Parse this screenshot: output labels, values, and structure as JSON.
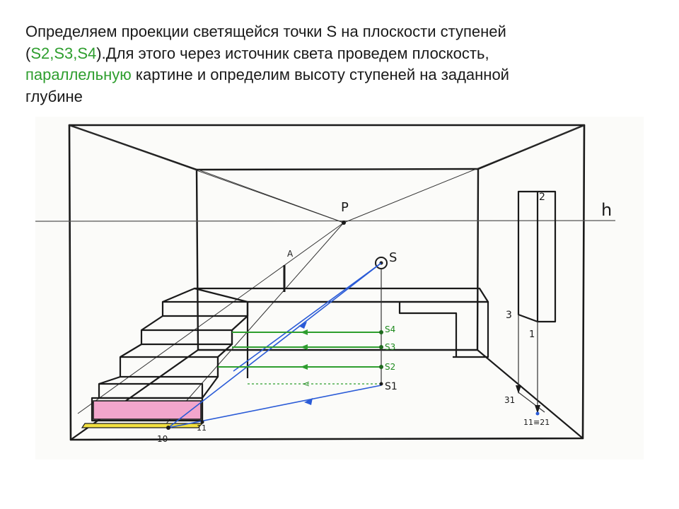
{
  "text": {
    "line1": "Определяем проекции светящейся точки S на плоскости ступеней",
    "line2_open": "(",
    "line2_green": "S2,S3,S4",
    "line2_rest": ").Для этого через источник света проведем плоскость,",
    "line3_green": "параллельную",
    "line3_rest": " картине и определим высоту ступеней на заданной",
    "line4": "глубине"
  },
  "labels": {
    "P": "P",
    "h": "h",
    "A": "A",
    "S": "S",
    "S4": "S4",
    "S3": "S3",
    "S2": "S2",
    "S1": "S1",
    "one_zero": "10",
    "one_one_left": "11",
    "two": "2",
    "three": "3",
    "one": "1",
    "three_one": "31",
    "one_one_right": "11≡21"
  },
  "colors": {
    "ink": "#1a1a1a",
    "green": "#2e9e2e",
    "blue": "#2a5bd7",
    "pink": "#f0a0c8",
    "yellow": "#f2e040"
  }
}
